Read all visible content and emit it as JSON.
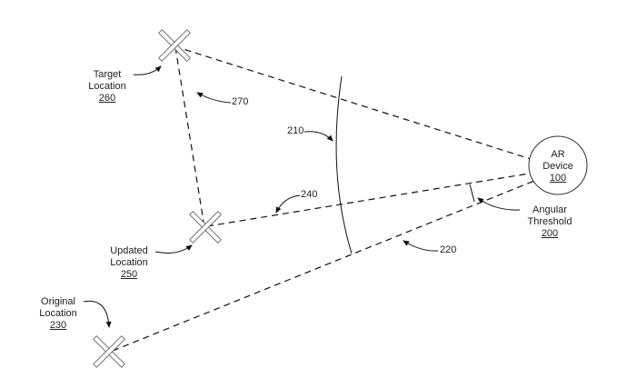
{
  "ar_device": {
    "line1": "AR",
    "line2": "Device",
    "ref": "100"
  },
  "target_location": {
    "line1": "Target",
    "line2": "Location",
    "ref": "260"
  },
  "updated_location": {
    "line1": "Updated",
    "line2": "Location",
    "ref": "250"
  },
  "original_location": {
    "line1": "Original",
    "line2": "Location",
    "ref": "230"
  },
  "angular_threshold": {
    "line1": "Angular",
    "line2": "Threshold",
    "ref": "200"
  },
  "refs": {
    "r270": "270",
    "r210": "210",
    "r240": "240",
    "r220": "220"
  }
}
